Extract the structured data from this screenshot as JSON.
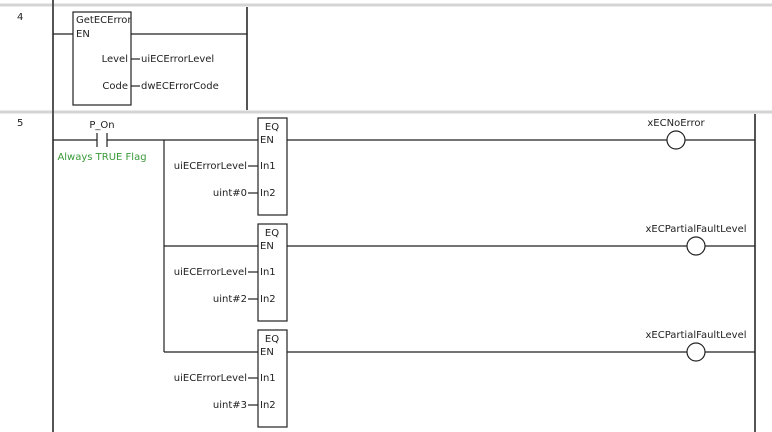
{
  "rungs": [
    {
      "number": "4",
      "block": {
        "name": "GetECError",
        "en": "EN",
        "outputs": [
          {
            "pin": "Level",
            "variable": "uiECErrorLevel"
          },
          {
            "pin": "Code",
            "variable": "dwECErrorCode"
          }
        ]
      }
    },
    {
      "number": "5",
      "contact": {
        "variable": "P_On",
        "comment": "Always TRUE Flag"
      },
      "branches": [
        {
          "block": "EQ",
          "en": "EN",
          "in1_pin": "In1",
          "in1": "uiECErrorLevel",
          "in2_pin": "In2",
          "in2": "uint#0",
          "coil": "xECNoError"
        },
        {
          "block": "EQ",
          "en": "EN",
          "in1_pin": "In1",
          "in1": "uiECErrorLevel",
          "in2_pin": "In2",
          "in2": "uint#2",
          "coil": "xECPartialFaultLevel"
        },
        {
          "block": "EQ",
          "en": "EN",
          "in1_pin": "In1",
          "in1": "uiECErrorLevel",
          "in2_pin": "In2",
          "in2": "uint#3",
          "coil": "xECPartialFaultLevel"
        }
      ]
    }
  ],
  "colors": {
    "comment": "#3a9a3a",
    "lines": "#222222",
    "separator": "#d4d4d4"
  }
}
